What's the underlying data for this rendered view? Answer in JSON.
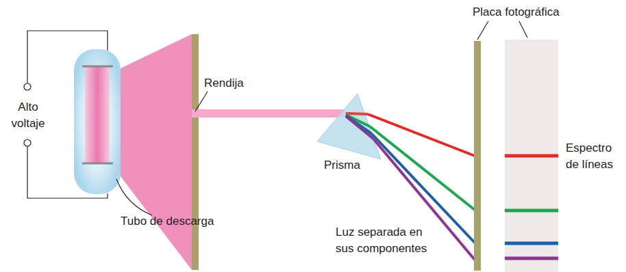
{
  "diagram": {
    "labels": [
      "Alto voltaje",
      "Rendija",
      "Prisma",
      "Tubo de descarga",
      "Luz separada en sus componentes",
      "Placa fotográfica",
      "Espectro de líneas"
    ]
  }
}
